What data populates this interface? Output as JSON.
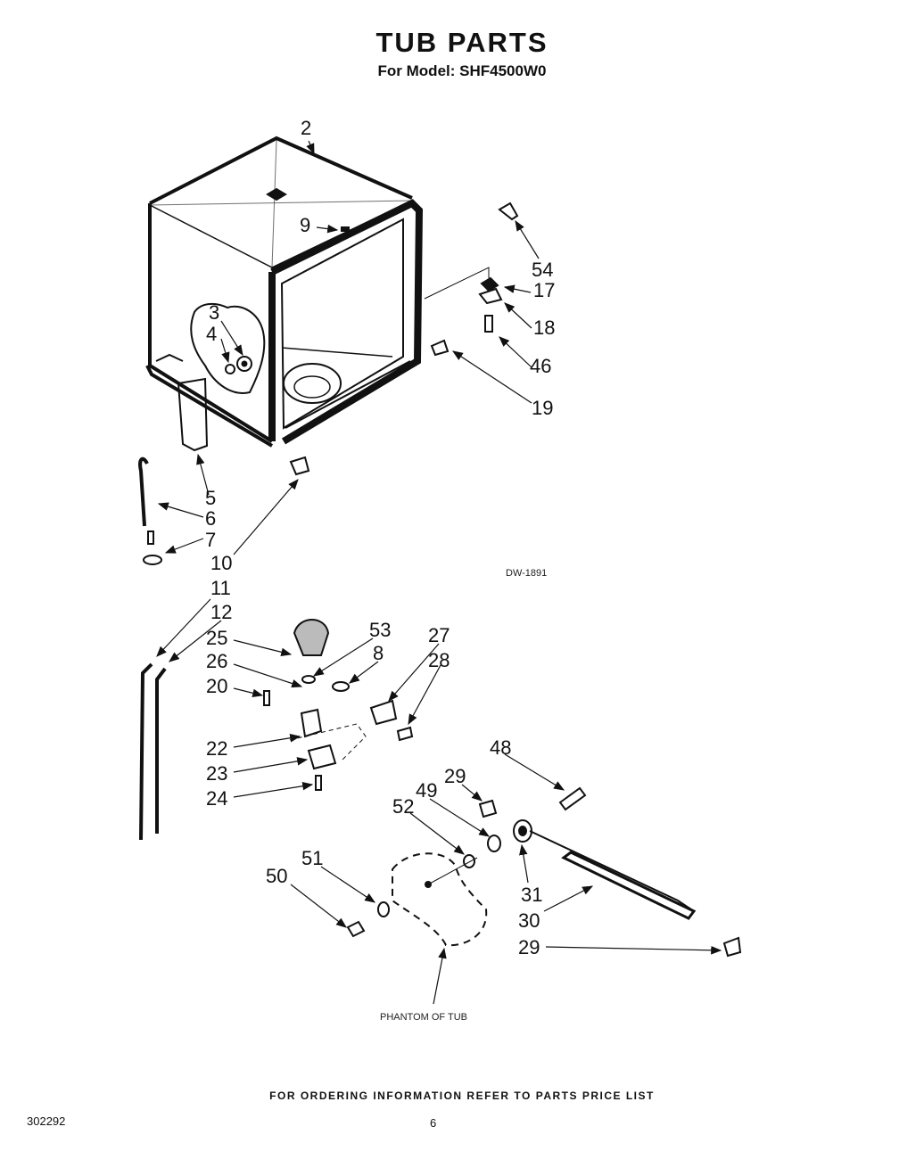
{
  "header": {
    "title": "TUB PARTS",
    "subtitle": "For Model: SHF4500W0"
  },
  "diagram": {
    "drawing_code": "DW-1891",
    "phantom_label": "PHANTOM OF TUB",
    "callouts": {
      "c2": "2",
      "c9": "9",
      "c54": "54",
      "c17": "17",
      "c18": "18",
      "c46": "46",
      "c19": "19",
      "c3": "3",
      "c4": "4",
      "c5": "5",
      "c6": "6",
      "c7": "7",
      "c10": "10",
      "c11": "11",
      "c12": "12",
      "c25": "25",
      "c26": "26",
      "c20": "20",
      "c22": "22",
      "c23": "23",
      "c24": "24",
      "c53": "53",
      "c8": "8",
      "c27": "27",
      "c28": "28",
      "c48": "48",
      "c29a": "29",
      "c49": "49",
      "c52": "52",
      "c31": "31",
      "c30": "30",
      "c29b": "29",
      "c51": "51",
      "c50": "50"
    }
  },
  "footer": {
    "note": "FOR ORDERING INFORMATION REFER TO PARTS PRICE LIST",
    "doc_number": "302292",
    "page_number": "6"
  }
}
